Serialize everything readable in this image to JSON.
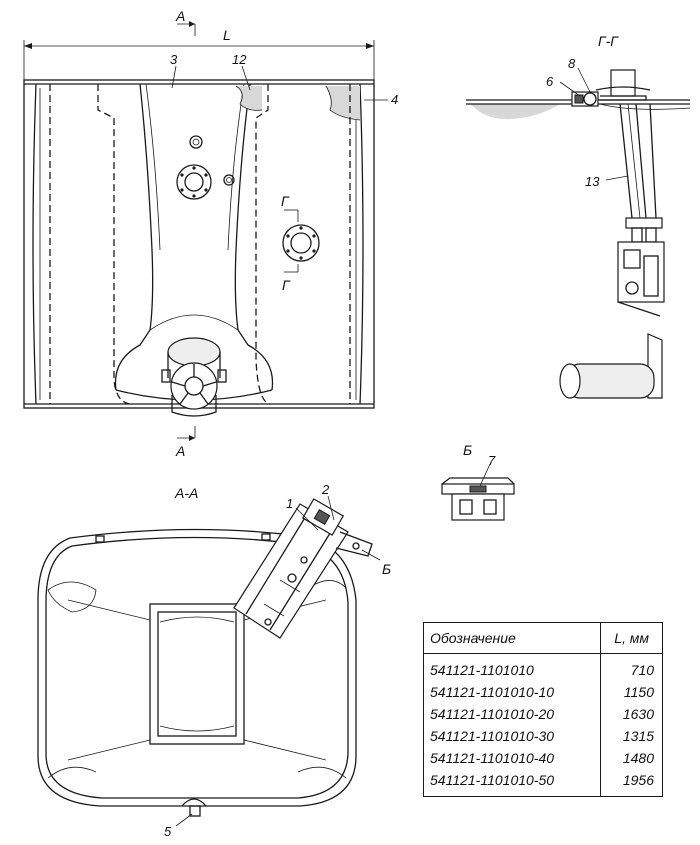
{
  "labels": {
    "section_a_top": "А",
    "section_a_bottom": "А",
    "length": "L",
    "section_g_top": "Г",
    "section_g_bottom": "Г",
    "title_gg": "Г-Г",
    "title_aa": "А-А",
    "title_b": "Б",
    "callout_b": "Б"
  },
  "callouts": {
    "c1": "1",
    "c2": "2",
    "c3": "3",
    "c4": "4",
    "c5": "5",
    "c6": "6",
    "c7": "7",
    "c8": "8",
    "c12": "12",
    "c13": "13"
  },
  "table": {
    "header_designation": "Обозначение",
    "header_length": "L, мм",
    "rows": [
      {
        "designation": "541121-1101010",
        "length": "710"
      },
      {
        "designation": "541121-1101010-10",
        "length": "1150"
      },
      {
        "designation": "541121-1101010-20",
        "length": "1630"
      },
      {
        "designation": "541121-1101010-30",
        "length": "1315"
      },
      {
        "designation": "541121-1101010-40",
        "length": "1480"
      },
      {
        "designation": "541121-1101010-50",
        "length": "1956"
      }
    ]
  }
}
